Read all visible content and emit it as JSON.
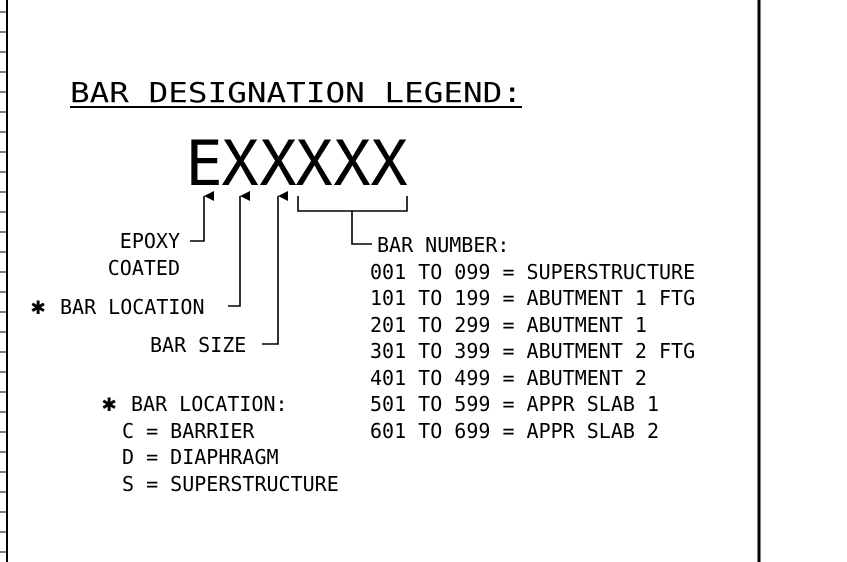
{
  "legend": {
    "title": "BAR DESIGNATION LEGEND:",
    "code": {
      "chars": [
        "E",
        "X",
        "X",
        "X",
        "X",
        "X"
      ]
    },
    "callouts": {
      "epoxy_line1": "EPOXY",
      "epoxy_line2": "COATED",
      "location_marker": "✱",
      "location": "BAR LOCATION",
      "size": "BAR SIZE"
    },
    "bar_number": {
      "header": "BAR NUMBER:",
      "rows": [
        "001 TO 099 = SUPERSTRUCTURE",
        "101 TO 199 = ABUTMENT 1 FTG",
        "201 TO 299 = ABUTMENT 1",
        "301 TO 399 = ABUTMENT 2 FTG",
        "401 TO 499 = ABUTMENT 2",
        "501 TO 599 = APPR SLAB 1",
        "601 TO 699 = APPR SLAB 2"
      ]
    },
    "bar_location": {
      "marker": "✱",
      "header": "BAR LOCATION:",
      "rows": [
        "C = BARRIER",
        "D = DIAPHRAGM",
        "S = SUPERSTRUCTURE"
      ]
    }
  }
}
